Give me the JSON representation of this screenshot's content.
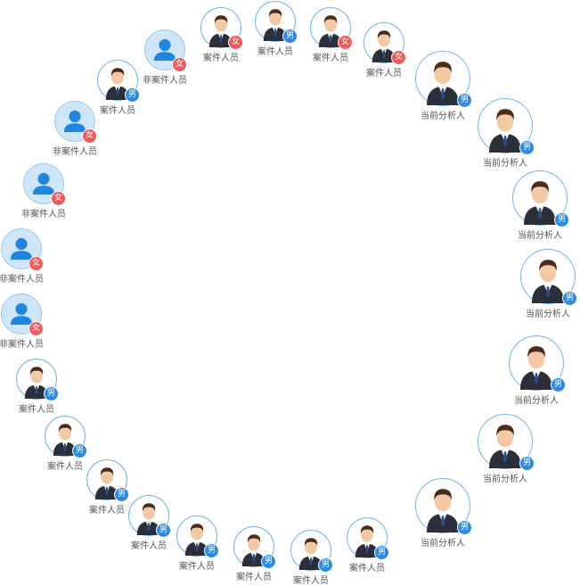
{
  "labels": {
    "case": "案件人员",
    "noncase": "非案件人员",
    "analyst": "当前分析人"
  },
  "gender": {
    "male": "男",
    "female": "女"
  },
  "colors": {
    "male": "#2b8be6",
    "female": "#f05a5a",
    "ring": "#6cb6ec"
  },
  "nodes": [
    {
      "type": "case",
      "gender": "female"
    },
    {
      "type": "case",
      "gender": "male"
    },
    {
      "type": "case",
      "gender": "female"
    },
    {
      "type": "case",
      "gender": "female"
    },
    {
      "type": "analyst",
      "gender": "male"
    },
    {
      "type": "analyst",
      "gender": "male"
    },
    {
      "type": "analyst",
      "gender": "male"
    },
    {
      "type": "analyst",
      "gender": "male"
    },
    {
      "type": "analyst",
      "gender": "male"
    },
    {
      "type": "analyst",
      "gender": "male"
    },
    {
      "type": "analyst",
      "gender": "male"
    },
    {
      "type": "case",
      "gender": "male"
    },
    {
      "type": "case",
      "gender": "male"
    },
    {
      "type": "case",
      "gender": "male"
    },
    {
      "type": "case",
      "gender": "male"
    },
    {
      "type": "case",
      "gender": "male"
    },
    {
      "type": "case",
      "gender": "male"
    },
    {
      "type": "case",
      "gender": "male"
    },
    {
      "type": "case",
      "gender": "male"
    },
    {
      "type": "noncase",
      "gender": "female"
    },
    {
      "type": "noncase",
      "gender": "female"
    },
    {
      "type": "noncase",
      "gender": "female"
    },
    {
      "type": "noncase",
      "gender": "female"
    },
    {
      "type": "case",
      "gender": "male"
    },
    {
      "type": "noncase",
      "gender": "female"
    }
  ]
}
